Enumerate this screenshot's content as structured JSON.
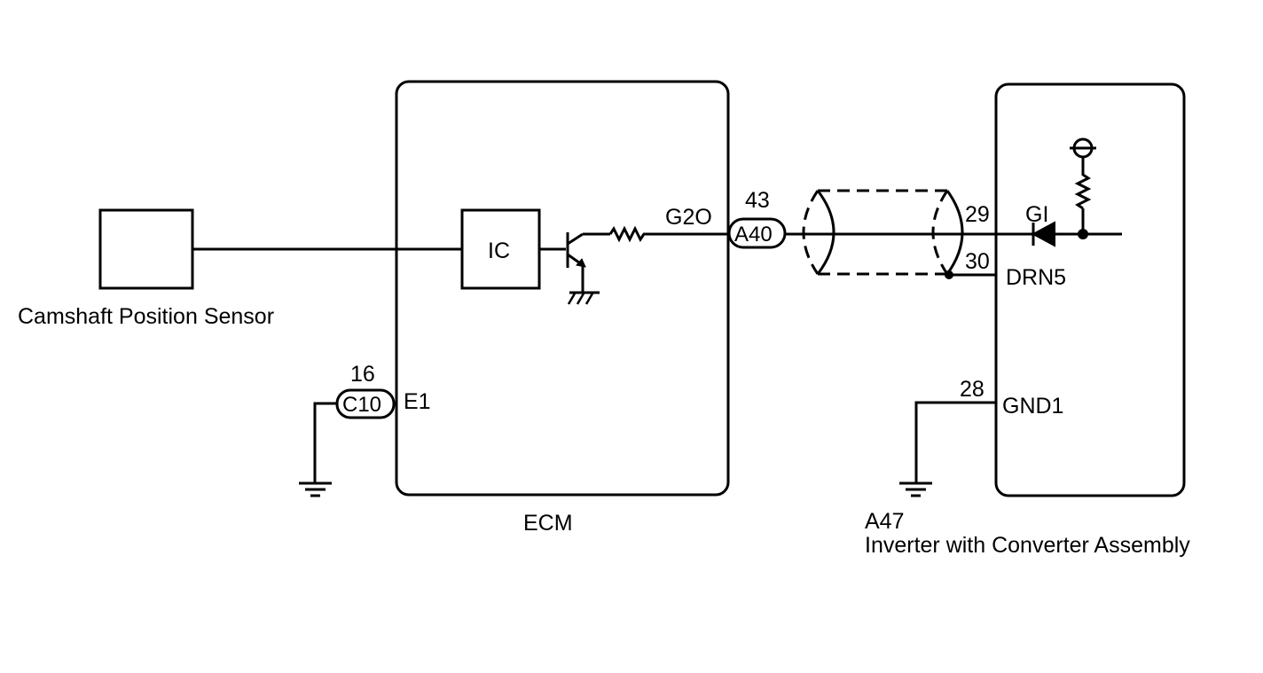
{
  "sensor": {
    "label": "Camshaft Position Sensor"
  },
  "ecm": {
    "label": "ECM",
    "ic_label": "IC",
    "pin_output": {
      "name": "G2O",
      "pin": "43",
      "connector": "A40"
    },
    "pin_ground": {
      "name": "E1",
      "pin": "16",
      "connector": "C10"
    }
  },
  "inverter": {
    "id": "A47",
    "name": "Inverter with Converter Assembly",
    "pins": [
      {
        "pin": "29",
        "name": "GI"
      },
      {
        "pin": "30",
        "name": "DRN5"
      },
      {
        "pin": "28",
        "name": "GND1"
      }
    ]
  }
}
